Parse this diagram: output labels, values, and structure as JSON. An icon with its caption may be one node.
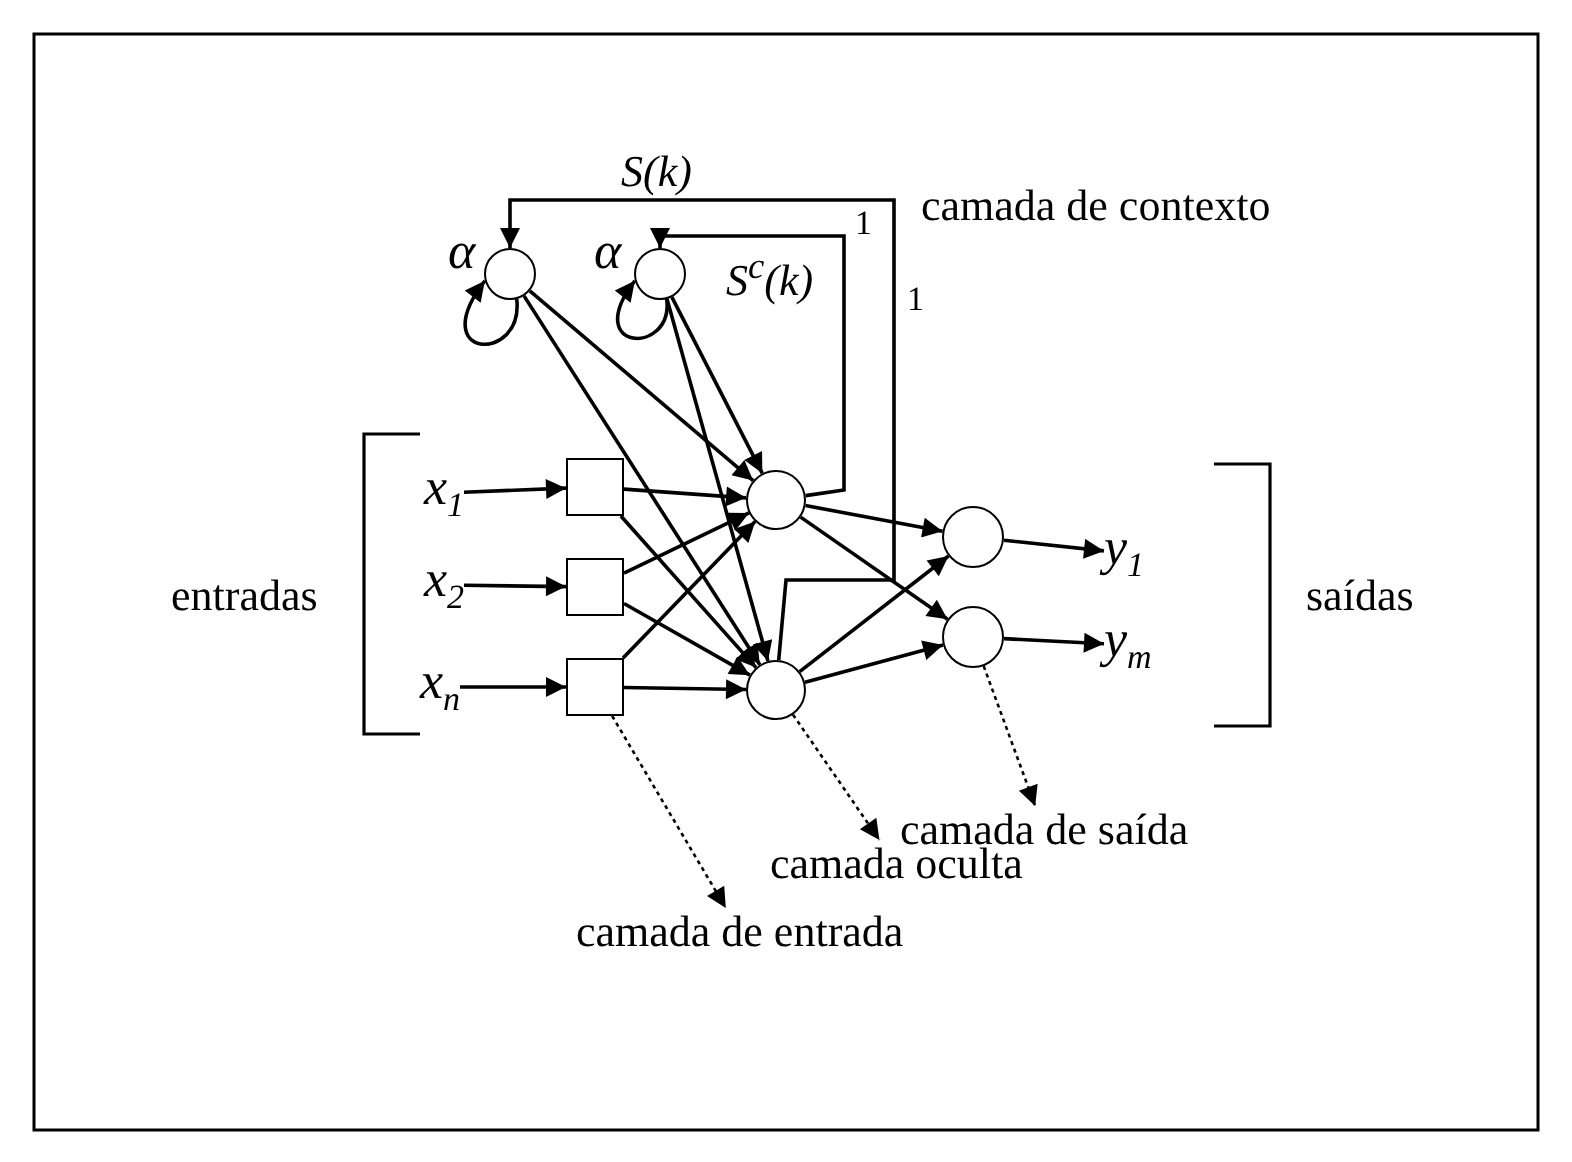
{
  "diagram": {
    "nodes": [
      {
        "text": [],
        "shape": "circle",
        "beside": [
          "α"
        ]
      },
      {
        "text": [],
        "shape": "circle",
        "beside": [
          "α",
          "S$^{c}$(k)"
        ]
      },
      {
        "text": [
          "x$_{1}$"
        ]
      },
      {
        "text": [
          "x$_{2}$"
        ]
      },
      {
        "text": [
          "x$_{n}$"
        ]
      },
      {
        "text": [],
        "shape": "box"
      },
      {
        "text": [],
        "shape": "box"
      },
      {
        "text": [],
        "shape": "box"
      },
      {
        "text": [],
        "shape": "circle"
      },
      {
        "text": [],
        "shape": "circle"
      },
      {
        "text": [],
        "shape": "circle"
      },
      {
        "text": [],
        "shape": "circle"
      },
      {
        "text": [
          "y$_{1}$"
        ]
      },
      {
        "text": [
          "y$_{m}$"
        ]
      },
      {
        "text": [
          "camada de entrada"
        ]
      },
      {
        "text": [
          "camada oculta"
        ]
      },
      {
        "text": [
          "camada de saída"
        ]
      }
    ],
    "edges": [
      {
        "from": 0,
        "to": 0,
        "arrow": "to"
      },
      {
        "from": 1,
        "to": 1,
        "arrow": "to"
      },
      {
        "from": 9,
        "to": 0,
        "arrow": "to",
        "label": "1"
      },
      {
        "from": 8,
        "to": 1,
        "arrow": "to",
        "label": "1"
      },
      {
        "from": 0,
        "to": 8,
        "arrow": "to"
      },
      {
        "from": 0,
        "to": 9,
        "arrow": "to"
      },
      {
        "from": 1,
        "to": 8,
        "arrow": "to"
      },
      {
        "from": 1,
        "to": 9,
        "arrow": "to"
      },
      {
        "from": 2,
        "to": 5,
        "arrow": "to"
      },
      {
        "from": 3,
        "to": 6,
        "arrow": "to"
      },
      {
        "from": 4,
        "to": 7,
        "arrow": "to"
      },
      {
        "from": 5,
        "to": 8,
        "arrow": "to"
      },
      {
        "from": 5,
        "to": 9,
        "arrow": "to"
      },
      {
        "from": 6,
        "to": 8,
        "arrow": "to"
      },
      {
        "from": 6,
        "to": 9,
        "arrow": "to"
      },
      {
        "from": 7,
        "to": 8,
        "arrow": "to"
      },
      {
        "from": 7,
        "to": 9,
        "arrow": "to"
      },
      {
        "from": 8,
        "to": 10,
        "arrow": "to"
      },
      {
        "from": 8,
        "to": 11,
        "arrow": "to"
      },
      {
        "from": 9,
        "to": 10,
        "arrow": "to"
      },
      {
        "from": 9,
        "to": 11,
        "arrow": "to"
      },
      {
        "from": 10,
        "to": 12,
        "arrow": "to"
      },
      {
        "from": 11,
        "to": 13,
        "arrow": "to"
      },
      {
        "from": 7,
        "to": 14,
        "arrow": "to",
        "style": "dashed"
      },
      {
        "from": 9,
        "to": 15,
        "arrow": "to",
        "style": "dashed"
      },
      {
        "from": 11,
        "to": 16,
        "arrow": "to",
        "style": "dashed"
      }
    ],
    "labels": [
      "S(k)",
      "camada de contexto",
      "entradas",
      "saídas"
    ]
  }
}
